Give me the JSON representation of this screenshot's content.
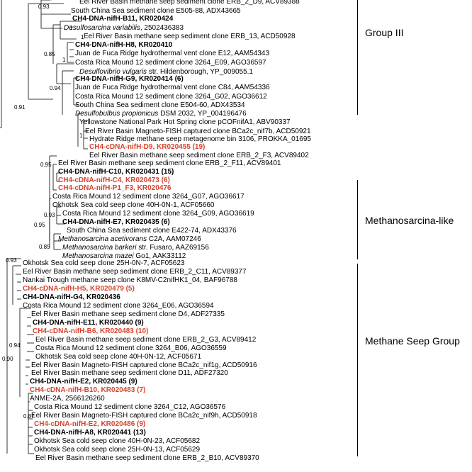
{
  "leaves": [
    {
      "text": "Eel River Basin methane seep sediment clone ERB_2_D9, ACV89388",
      "style": "normal"
    },
    {
      "text": "South China Sea sediment clone E505-88, ADX43665",
      "style": "normal"
    },
    {
      "text": "CH4-DNA-nifH-B11, KR020424",
      "style": "bold"
    },
    {
      "text": "Desulfosarcina variabilis, 2502436383",
      "style": "italic-prefix",
      "italic": "Desulfosarcina variabilis",
      "rest": ", 2502436383"
    },
    {
      "text": "Eel River Basin methane seep sediment clone ERB_13, ACD50928",
      "style": "normal"
    },
    {
      "text": "CH4-DNA-nifH-H8, KR020410",
      "style": "bold"
    },
    {
      "text": "Juan de Fuca Ridge hydrothermal vent clone E12, AAM54343",
      "style": "normal"
    },
    {
      "text": "Costa Rica Mound 12 sediment clone 3264_E09, AGO36597",
      "style": "normal"
    },
    {
      "text": "Desulfovibrio vulgaris str. Hildenborough, YP_009055.1",
      "style": "italic-prefix",
      "italic": "Desulfovibrio vulgaris",
      "rest": " str. Hildenborough, YP_009055.1"
    },
    {
      "text": "CH4-DNA-nifH-G9, KR020414 (6)",
      "style": "bold"
    },
    {
      "text": "Juan de Fuca Ridge hydrothermal vent clone C84, AAM54336",
      "style": "normal"
    },
    {
      "text": "Costa Rica Mound 12 sediment clone 3264_G02, AGO36612",
      "style": "normal"
    },
    {
      "text": "South China Sea sediment clone E504-60, ADX43534",
      "style": "normal"
    },
    {
      "text": "Desulfobulbus propionicus DSM 2032, YP_004196476",
      "style": "italic-prefix",
      "italic": "Desulfobulbus propionicus",
      "rest": " DSM 2032, YP_004196476"
    },
    {
      "text": "Yellowstone National Park Hot Spring clone pCOFnifA1, ABV90337",
      "style": "normal"
    },
    {
      "text": "Eel River Basin Magneto-FISH captured clone BCa2c_nif7b, ACD50921",
      "style": "normal"
    },
    {
      "text": "Hydrate Ridge methane seep metagenome bin 3106, PROKKA_01695",
      "style": "normal"
    },
    {
      "text": "CH4-cDNA-nifH-D9, KR020455 (19)",
      "style": "red"
    },
    {
      "text": "Eel River Basin methane seep sediment clone ERB_2_F3, ACV89402",
      "style": "normal"
    },
    {
      "text": "Eel River Basin methane seep sediment clone ERB_2_F11, ACV89401",
      "style": "normal"
    },
    {
      "text": "CH4-DNA-nifH-C10, KR020431 (15)",
      "style": "bold"
    },
    {
      "text": "CH4-cDNA-nifH-C4, KR020473 (6)",
      "style": "red"
    },
    {
      "text": "CH4-cDNA-nifH-P1_F3, KR020476",
      "style": "red"
    },
    {
      "text": "Costa Rica Mound 12 sediment clone 3264_G07, AGO36617",
      "style": "normal"
    },
    {
      "text": "Okhotsk Sea cold seep clone 40H-0N-1, ACF05660",
      "style": "normal"
    },
    {
      "text": "Costa Rica Mound 12 sediment clone 3264_G09, AGO36619",
      "style": "normal"
    },
    {
      "text": "CH4-DNA-nifH-E7, KR020435 (6)",
      "style": "bold"
    },
    {
      "text": "South China Sea sediment clone E422-74, ADX43376",
      "style": "normal"
    },
    {
      "text": "Methanosarcina acetivorans C2A, AAM07246",
      "style": "italic-prefix",
      "italic": "Methanosarcina acetivorans",
      "rest": " C2A, AAM07246"
    },
    {
      "text": "Methanosarcina barkeri str. Fusaro, AAZ69156",
      "style": "italic-prefix",
      "italic": "Methanosarcina barkeri",
      "rest": " str. Fusaro, AAZ69156"
    },
    {
      "text": "Methanosarcina mazei Go1, AAK33112",
      "style": "italic-prefix",
      "italic": "Methanosarcina mazei",
      "rest": " Go1, AAK33112"
    },
    {
      "text": "Okhotsk Sea cold seep clone 25H-0N-7, ACF05623",
      "style": "normal"
    },
    {
      "text": "Eel River Basin methane seep sediment clone ERB_2_C11, ACV89377",
      "style": "normal"
    },
    {
      "text": "Nankai Trough methane seep clone K8MV-C2nifHK1_04, BAF96788",
      "style": "normal"
    },
    {
      "text": "CH4-cDNA-nifH-H5, KR020479 (5)",
      "style": "red"
    },
    {
      "text": "CH4-DNA-nifH-G4, KR020436",
      "style": "bold"
    },
    {
      "text": "Costa Rica Mound 12 sediment clone 3264_E06, AGO36594",
      "style": "normal"
    },
    {
      "text": "Eel River Basin methane seep sediment clone D4, ADF27335",
      "style": "normal"
    },
    {
      "text": "CH4-DNA-nifH-E11, KR020440 (9)",
      "style": "bold"
    },
    {
      "text": "CH4-cDNA-nifH-B6, KR020483 (10)",
      "style": "red"
    },
    {
      "text": "Eel River Basin methane seep sediment clone ERB_2_G3, ACV89412",
      "style": "normal"
    },
    {
      "text": "Costa Rica Mound 12 sediment clone 3264_B06, AGO36559",
      "style": "normal"
    },
    {
      "text": "Okhotsk Sea cold seep clone 40H-0N-12, ACF05671",
      "style": "normal"
    },
    {
      "text": "Eel River Basin Magneto-FISH captured clone BCa2c_nif1g, ACD50916",
      "style": "normal"
    },
    {
      "text": "Eel River Basin methane seep sediment clone D11, ADF27320",
      "style": "normal"
    },
    {
      "text": "CH4-DNA-nifH-E2, KR020445 (9)",
      "style": "bold"
    },
    {
      "text": "CH4-cDNA-nifH-B10, KR020483 (7)",
      "style": "red"
    },
    {
      "text": "ANME-2A, 2566126260",
      "style": "normal"
    },
    {
      "text": "Costa Rica Mound 12 sediment clone 3264_C12, AGO36576",
      "style": "normal"
    },
    {
      "text": "Eel River Basin Magneto-FISH captured clone BCa2c_nif9h, ACD50918",
      "style": "normal"
    },
    {
      "text": "CH4-cDNA-nifH-E2, KR020486 (9)",
      "style": "red"
    },
    {
      "text": "CH4-DNA-nifH-A8, KR020441 (13)",
      "style": "bold"
    },
    {
      "text": "Okhotsk Sea cold seep clone 40H-0N-23, ACF05682",
      "style": "normal"
    },
    {
      "text": "Okhotsk Sea cold seep clone 25H-0N-13, ACF05629",
      "style": "normal"
    },
    {
      "text": "Eel River Basin methane seep sediment clone ERB_2_B10, ACV89370",
      "style": "normal"
    }
  ],
  "bootstraps": [
    "0.93",
    "1",
    "1",
    "0.85",
    "1",
    "0.94",
    "0.91",
    "1",
    "0.95",
    "0.93",
    "0.95",
    "0.85",
    "0.93",
    "0.94",
    "0.90",
    "0.87"
  ],
  "groups": [
    {
      "label": "Group III"
    },
    {
      "label": "Methanosarcina-like"
    },
    {
      "label": "Methane Seep Group"
    }
  ],
  "colors": {
    "highlight": "#d5452f",
    "text": "#000000"
  }
}
